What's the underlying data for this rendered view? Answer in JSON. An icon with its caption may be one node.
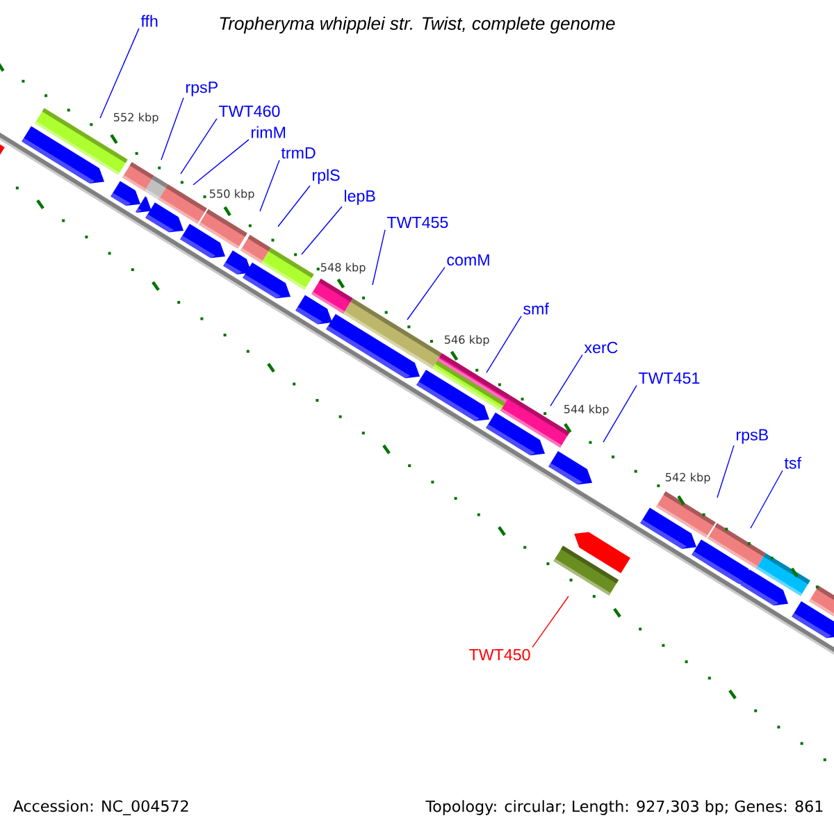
{
  "diagram": {
    "title": "Tropheryma whipplei str. Twist, complete genome",
    "nodes": [
      {
        "text": [
          "ffh"
        ]
      },
      {
        "text": [
          "rpsP"
        ]
      },
      {
        "text": [
          "TWT460"
        ]
      },
      {
        "text": [
          "rimM"
        ]
      },
      {
        "text": [
          "trmD"
        ]
      },
      {
        "text": [
          "rplS"
        ]
      },
      {
        "text": [
          "lepB"
        ]
      },
      {
        "text": [
          "TWT455"
        ]
      },
      {
        "text": [
          "comM"
        ]
      },
      {
        "text": [
          "smf"
        ]
      },
      {
        "text": [
          "xerC"
        ]
      },
      {
        "text": [
          "TWT451"
        ]
      },
      {
        "text": [
          "rpsB"
        ]
      },
      {
        "text": [
          "tsf"
        ]
      },
      {
        "text": [
          "TWT450"
        ]
      }
    ],
    "edges": [
      {
        "from": 0,
        "to": null,
        "arrow": "none"
      },
      {
        "from": 1,
        "to": null,
        "arrow": "none"
      },
      {
        "from": 2,
        "to": null,
        "arrow": "none"
      },
      {
        "from": 3,
        "to": null,
        "arrow": "none"
      },
      {
        "from": 4,
        "to": null,
        "arrow": "none"
      },
      {
        "from": 5,
        "to": null,
        "arrow": "none"
      },
      {
        "from": 6,
        "to": null,
        "arrow": "none"
      },
      {
        "from": 7,
        "to": null,
        "arrow": "none"
      },
      {
        "from": 8,
        "to": null,
        "arrow": "none"
      },
      {
        "from": 9,
        "to": null,
        "arrow": "none"
      },
      {
        "from": 10,
        "to": null,
        "arrow": "none"
      },
      {
        "from": 11,
        "to": null,
        "arrow": "none"
      },
      {
        "from": 12,
        "to": null,
        "arrow": "none"
      },
      {
        "from": 13,
        "to": null,
        "arrow": "none"
      },
      {
        "from": 14,
        "to": null,
        "arrow": "none",
        "color": "#ff0000"
      }
    ],
    "labels": [
      "552 kbp",
      "550 kbp",
      "548 kbp",
      "546 kbp",
      "544 kbp",
      "542 kbp",
      "Accession: NC_004572",
      "Topology: circular; Length: 927,303 bp; Genes: 861"
    ]
  }
}
